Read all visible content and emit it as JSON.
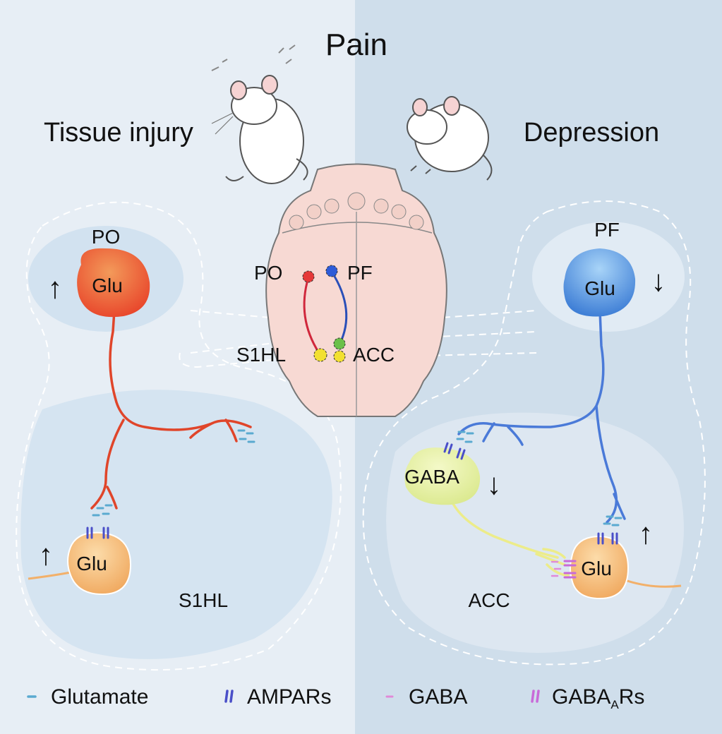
{
  "title": "Pain",
  "left_heading": "Tissue injury",
  "right_heading": "Depression",
  "brain": {
    "po": "PO",
    "pf": "PF",
    "s1hl": "S1HL",
    "acc": "ACC"
  },
  "left_panel": {
    "upper_region": "PO",
    "upper_neuron": "Glu",
    "lower_neuron": "Glu",
    "lower_region": "S1HL",
    "upper_arrow": "↑",
    "lower_arrow": "↑"
  },
  "right_panel": {
    "upper_region": "PF",
    "upper_neuron": "Glu",
    "gaba_neuron": "GABA",
    "lower_neuron": "Glu",
    "lower_region": "ACC",
    "upper_arrow": "↓",
    "gaba_arrow": "↓",
    "lower_arrow": "↑"
  },
  "legend": [
    {
      "key": "glutamate",
      "label": "Glutamate",
      "color": "#5aaad0"
    },
    {
      "key": "ampars",
      "label": "AMPARs",
      "color": "#4a4fc8"
    },
    {
      "key": "gaba",
      "label": "GABA",
      "color": "#e08ad8"
    },
    {
      "key": "gabaars",
      "label": "GABA",
      "sub": "A",
      "suffix": "Rs",
      "color": "#c86ad8"
    }
  ],
  "colors": {
    "bg_left": "#e6eef5",
    "bg_right": "#cfdfec",
    "po_neuron": "#e8542e",
    "pf_neuron": "#4a8ad8",
    "glu_neuron": "#f2b06a",
    "gaba_neuron": "#e2ee9a",
    "red_axon": "#e0452a",
    "blue_axon": "#4a7ad8",
    "yellow_axon": "#ecec8a",
    "orange_axon": "#f2b06a"
  }
}
